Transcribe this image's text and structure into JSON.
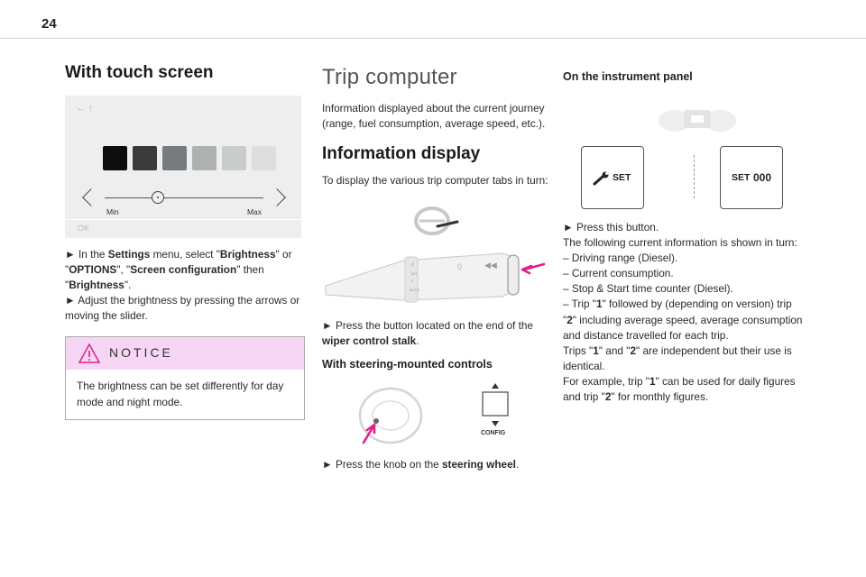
{
  "page": {
    "number": "24"
  },
  "col1": {
    "title": "With touch screen",
    "screen": {
      "back_label": "← ↑",
      "swatches": [
        "#0d0d0d",
        "#3a3a3a",
        "#767b7e",
        "#aeb1b2",
        "#c9cccd",
        "#dcdedf"
      ],
      "min_label": "Min",
      "max_label": "Max",
      "ok_label": "OK"
    },
    "steps": [
      {
        "prefix": "► In the ",
        "b1": "Settings",
        "mid1": " menu, select \"",
        "b2": "Brightness",
        "mid2": "\" or \"",
        "b3": "OPTIONS",
        "mid3": "\", \"",
        "b4": "Screen configuration",
        "mid4": "\" then \"",
        "b5": "Brightness",
        "suffix": "\"."
      },
      {
        "text": "► Adjust the brightness by pressing the arrows or moving the slider."
      }
    ],
    "notice": {
      "heading": "NOTICE",
      "body": "The brightness can be set differently for day mode and night mode."
    }
  },
  "col2": {
    "title": "Trip computer",
    "intro": "Information displayed about the current journey (range, fuel consumption, average speed, etc.).",
    "section_title": "Information display",
    "section_intro": "To display the various trip computer tabs in turn:",
    "step1_prefix": "► Press the button located on the end of the ",
    "step1_bold": "wiper control stalk",
    "step1_suffix": ".",
    "steering_title": "With steering-mounted controls",
    "config_label": "CONFIG",
    "step2_prefix": "► Press the knob on the ",
    "step2_bold": "steering wheel",
    "step2_suffix": "."
  },
  "col3": {
    "title": "On the instrument panel",
    "set_label_a": "SET",
    "set_label_b": "SET",
    "set_digits": "000",
    "press": "► Press this button.",
    "following": "The following current information is shown in turn:",
    "items": [
      "– Driving range (Diesel).",
      "– Current consumption.",
      "– Stop & Start time counter (Diesel)."
    ],
    "trip_p1": "– Trip \"",
    "trip_b1": "1",
    "trip_p2": "\" followed by (depending on version) trip \"",
    "trip_b2": "2",
    "trip_p3": "\" including average speed, average consumption and distance travelled for each trip.",
    "ind_p1": "Trips \"",
    "ind_b1": "1",
    "ind_p2": "\" and \"",
    "ind_b2": "2",
    "ind_p3": "\" are independent but their use is identical.",
    "ex_p1": "For example, trip \"",
    "ex_b1": "1",
    "ex_p2": "\" can be used for daily figures and trip \"",
    "ex_b2": "2",
    "ex_p3": "\" for monthly figures."
  },
  "colors": {
    "notice_bg": "#f6d6f4",
    "accent_pink": "#e0208a",
    "warning_icon": "#e0208a"
  },
  "icons": [
    "warning-triangle-icon",
    "steering-wheel-icon",
    "wiper-stalk-icon",
    "wrench-icon",
    "config-button-icon"
  ]
}
